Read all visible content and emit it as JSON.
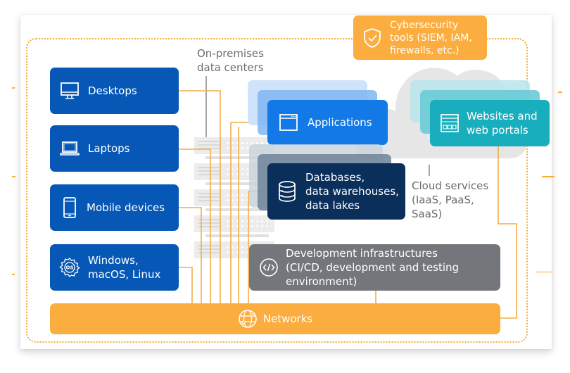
{
  "diagram": {
    "security": {
      "label": "Cybersecurity tools (SIEM, IAM, firewalls, etc.)",
      "lines": [
        "Cybersecurity",
        "tools (SIEM, IAM,",
        "firewalls, etc.)"
      ],
      "icon": "shield-check-icon",
      "color": "#fbad3f"
    },
    "endpoints": [
      {
        "label": "Desktops",
        "lines": [
          "Desktops"
        ],
        "icon": "desktop-monitor-icon"
      },
      {
        "label": "Laptops",
        "lines": [
          "Laptops"
        ],
        "icon": "laptop-icon"
      },
      {
        "label": "Mobile devices",
        "lines": [
          "Mobile devices"
        ],
        "icon": "mobile-phone-icon"
      },
      {
        "label": "Windows, macOS, Linux",
        "lines": [
          "Windows,",
          "macOS, Linux"
        ],
        "icon": "os-gear-icon"
      }
    ],
    "on_premises": {
      "lines": [
        "On-premises",
        "data centers"
      ]
    },
    "applications": {
      "label": "Applications",
      "icon": "browser-window-icon",
      "color": "#1279e6"
    },
    "databases": {
      "lines": [
        "Databases,",
        "data warehouses,",
        "data lakes"
      ],
      "icon": "database-icon",
      "color": "#0b2f5b"
    },
    "websites": {
      "lines": [
        "Websites and",
        "web portals"
      ],
      "icon": "web-page-icon",
      "color": "#19aebd"
    },
    "cloud": {
      "lines": [
        "Cloud services",
        "(IaaS, PaaS,",
        "SaaS)"
      ]
    },
    "dev_infra": {
      "lines": [
        "Development infrastructures",
        "(CI/CD, development and testing",
        "environment)"
      ],
      "icon": "code-icon",
      "color": "#73767b"
    },
    "networks": {
      "label": "Networks",
      "icon": "globe-network-icon",
      "color": "#fbad3f"
    },
    "colors": {
      "endpoint_blue": "#0758b6",
      "connector_orange": "#f1ae46",
      "frame_dotted": "#f5ad3a"
    }
  }
}
